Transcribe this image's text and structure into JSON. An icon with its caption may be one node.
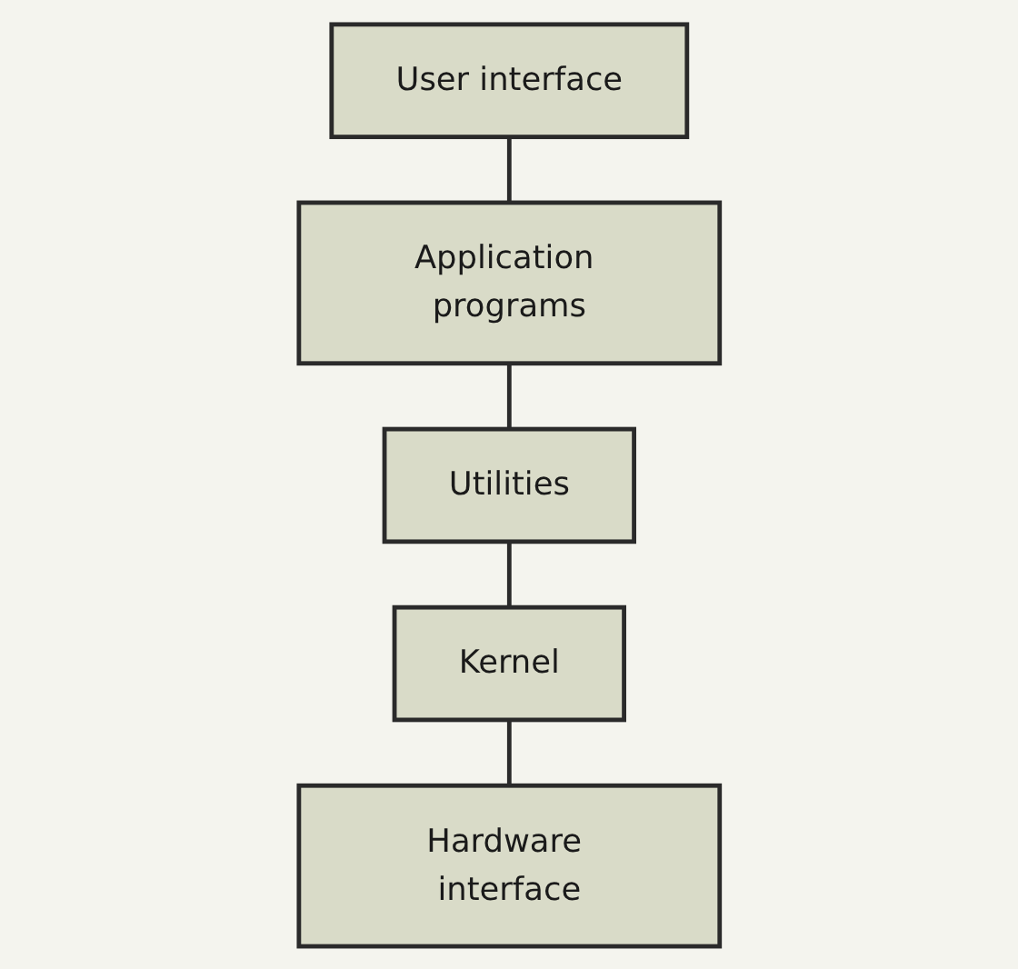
{
  "diagram": {
    "nodes": [
      {
        "text": [
          "User interface"
        ]
      },
      {
        "text": [
          "Application programs"
        ]
      },
      {
        "text": [
          "Utilities"
        ]
      },
      {
        "text": [
          "Kernel"
        ]
      },
      {
        "text": [
          "Hardware interface"
        ]
      }
    ],
    "edges": [
      {
        "from": 0,
        "to": 1,
        "arrow": "none"
      },
      {
        "from": 1,
        "to": 2,
        "arrow": "none"
      },
      {
        "from": 2,
        "to": 3,
        "arrow": "none"
      },
      {
        "from": 3,
        "to": 4,
        "arrow": "none"
      }
    ]
  }
}
